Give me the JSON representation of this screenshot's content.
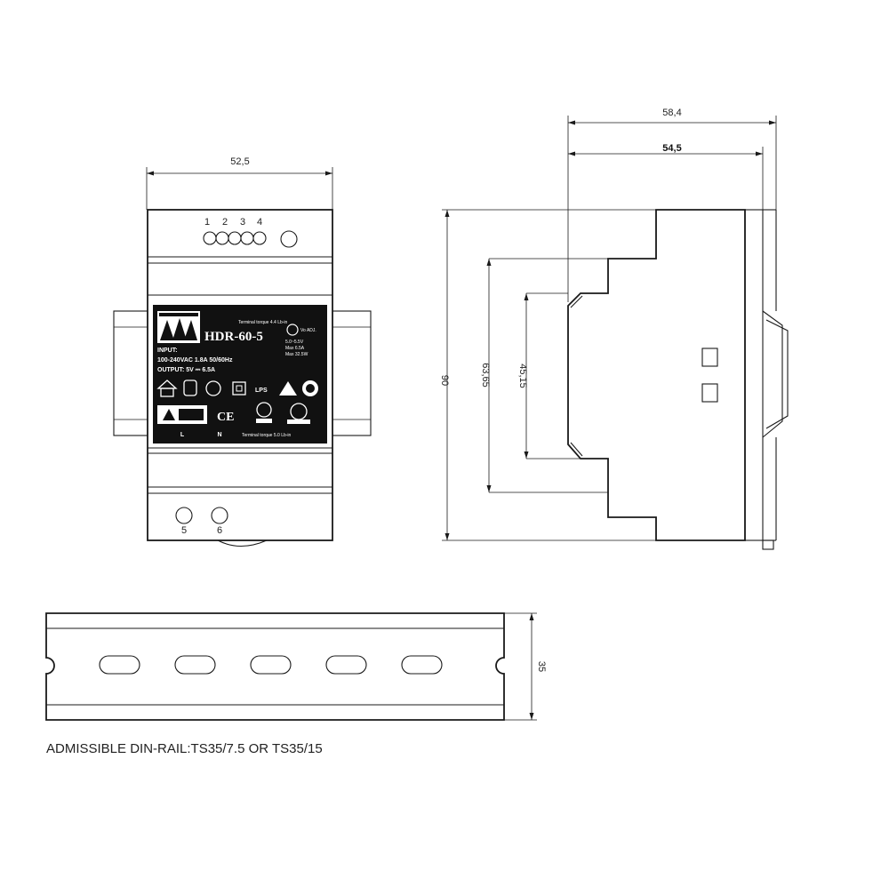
{
  "front_view": {
    "width_dim": "52,5",
    "top_terminals": [
      "1",
      "2",
      "3",
      "4"
    ],
    "bottom_terminals": [
      "5",
      "6"
    ],
    "bottom_labels": [
      "L",
      "N"
    ],
    "label": {
      "model": "HDR-60-5",
      "torque_top": "Terminal torque 4.4 Lb-in",
      "vo_adj": "Vo ADJ.",
      "spec_small": [
        "5.0~5.5V",
        "Max 6.5A",
        "Max 32.5W"
      ],
      "input_title": "INPUT:",
      "input_text": "100-240VAC 1.8A 50/60Hz",
      "output_text": "OUTPUT: 5V ⎓ 6.5A",
      "torque_bottom": "Terminal torque 5.0 Lb-in",
      "ce_mark": "CE",
      "lps_mark": "LPS"
    }
  },
  "side_view": {
    "dim_overall_width": "58,4",
    "dim_body_width": "54,5",
    "dim_height": "90",
    "dim_step": "63,65",
    "dim_inner": "45,15"
  },
  "din_rail": {
    "height_dim": "35",
    "caption": "ADMISSIBLE DIN-RAIL:TS35/7.5 OR TS35/15"
  },
  "colors": {
    "line": "#1a1a1a",
    "label_background": "#111111"
  }
}
